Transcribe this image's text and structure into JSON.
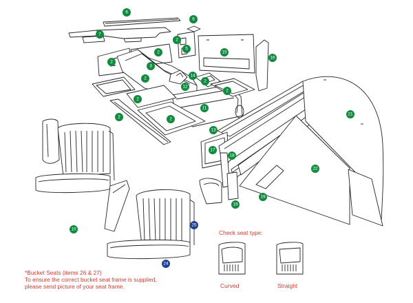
{
  "colors": {
    "green_badge": "#108a3e",
    "blue_badge": "#1f3f93",
    "note_red": "#d13a2f",
    "line": "#222222"
  },
  "badges": [
    {
      "id": "9",
      "color": "green"
    },
    {
      "id": "6",
      "color": "green"
    },
    {
      "id": "7",
      "color": "green"
    },
    {
      "id": "2",
      "color": "green"
    },
    {
      "id": "2",
      "color": "green"
    },
    {
      "id": "2",
      "color": "green"
    },
    {
      "id": "5",
      "color": "green"
    },
    {
      "id": "15",
      "color": "green"
    },
    {
      "id": "16",
      "color": "green"
    },
    {
      "id": "3",
      "color": "green"
    },
    {
      "id": "2",
      "color": "green"
    },
    {
      "id": "14",
      "color": "green"
    },
    {
      "id": "2",
      "color": "green"
    },
    {
      "id": "2",
      "color": "green"
    },
    {
      "id": "12",
      "color": "green"
    },
    {
      "id": "11",
      "color": "green"
    },
    {
      "id": "2",
      "color": "green"
    },
    {
      "id": "2",
      "color": "green"
    },
    {
      "id": "13",
      "color": "green"
    },
    {
      "id": "21",
      "color": "green"
    },
    {
      "id": "17",
      "color": "green"
    },
    {
      "id": "18",
      "color": "green"
    },
    {
      "id": "22",
      "color": "green"
    },
    {
      "id": "19",
      "color": "green"
    },
    {
      "id": "19",
      "color": "green"
    },
    {
      "id": "10",
      "color": "green"
    },
    {
      "id": "25",
      "color": "blue"
    },
    {
      "id": "24",
      "color": "blue"
    }
  ],
  "seat_type": {
    "title": "Check seat type:",
    "options": [
      {
        "name": "curved",
        "label": "Curved"
      },
      {
        "name": "straight",
        "label": "Straight"
      }
    ]
  },
  "note": {
    "line1": "*Bucket Seats (items 26 & 27)",
    "line2": "To ensure the correct bucket seat frame is supplied,",
    "line3": "please send picture of your seat frame."
  }
}
